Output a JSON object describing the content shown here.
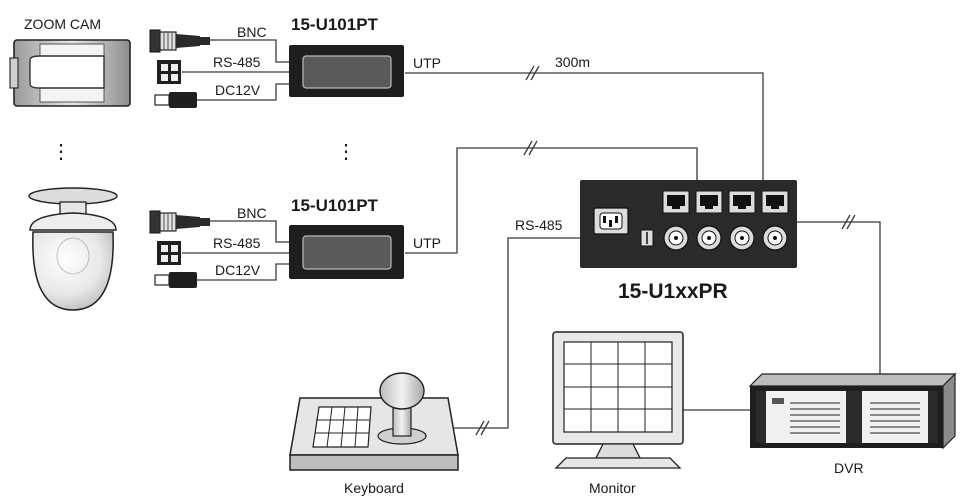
{
  "labels": {
    "zoom_cam": "ZOOM CAM",
    "bnc_top": "BNC",
    "rs485_top": "RS-485",
    "dc_top": "DC12V",
    "model_top": "15-U101PT",
    "utp_top": "UTP",
    "distance": "300m",
    "bnc_bottom": "BNC",
    "rs485_bottom": "RS-485",
    "dc_bottom": "DC12V",
    "model_bottom": "15-U101PT",
    "utp_bottom": "UTP",
    "rs485_hub": "RS-485",
    "hub_model": "15-U1xxPR",
    "keyboard": "Keyboard",
    "monitor": "Monitor",
    "dvr": "DVR"
  },
  "icons": [
    "zoom-camera-icon",
    "dome-camera-icon",
    "bnc-connector-icon",
    "rs485-terminal-icon",
    "dc-plug-icon",
    "transceiver-box",
    "receiver-hub",
    "power-socket-icon",
    "rj45-port-icon",
    "bnc-port-icon",
    "keyboard-controller-icon",
    "monitor-icon",
    "dvr-icon"
  ],
  "colors": {
    "line": "#3a3a3a",
    "device_fill": "#1e1e1e",
    "screen_fill": "#5a5a5a",
    "panel_fill": "#dcdcdc"
  }
}
